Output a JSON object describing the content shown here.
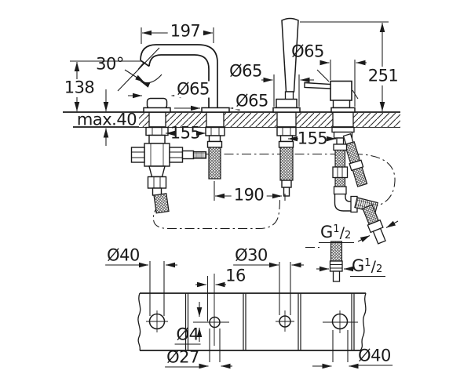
{
  "drawing_type": "bath faucet installation dimension drawing",
  "colors": {
    "line": "#1a1a1a",
    "background": "#ffffff"
  },
  "elevation": {
    "spout_reach": "197",
    "spout_angle": "30°",
    "spout_height": "138",
    "max_deck_thickness": "max.40",
    "valve_escutcheon_dia": "Ø65",
    "spout_escutcheon_dia": "Ø65",
    "shower_escutcheon_dia": "Ø65",
    "mixer_escutcheon_dia": "Ø65",
    "handshower_height": "251",
    "hole_spacing_left": "155",
    "hole_spacing_right": "155",
    "hole_spacing_middle": "190",
    "thread": {
      "letter": "G",
      "numerator": "1",
      "slash": "/",
      "denominator": "2"
    }
  },
  "plan": {
    "hole_a_dia": "Ø40",
    "pilot_hole_dia": "Ø4",
    "hole_b_dia": "Ø27",
    "pilot_offset": "16",
    "hole_c_dia": "Ø30",
    "hole_d_dia": "Ø40"
  }
}
